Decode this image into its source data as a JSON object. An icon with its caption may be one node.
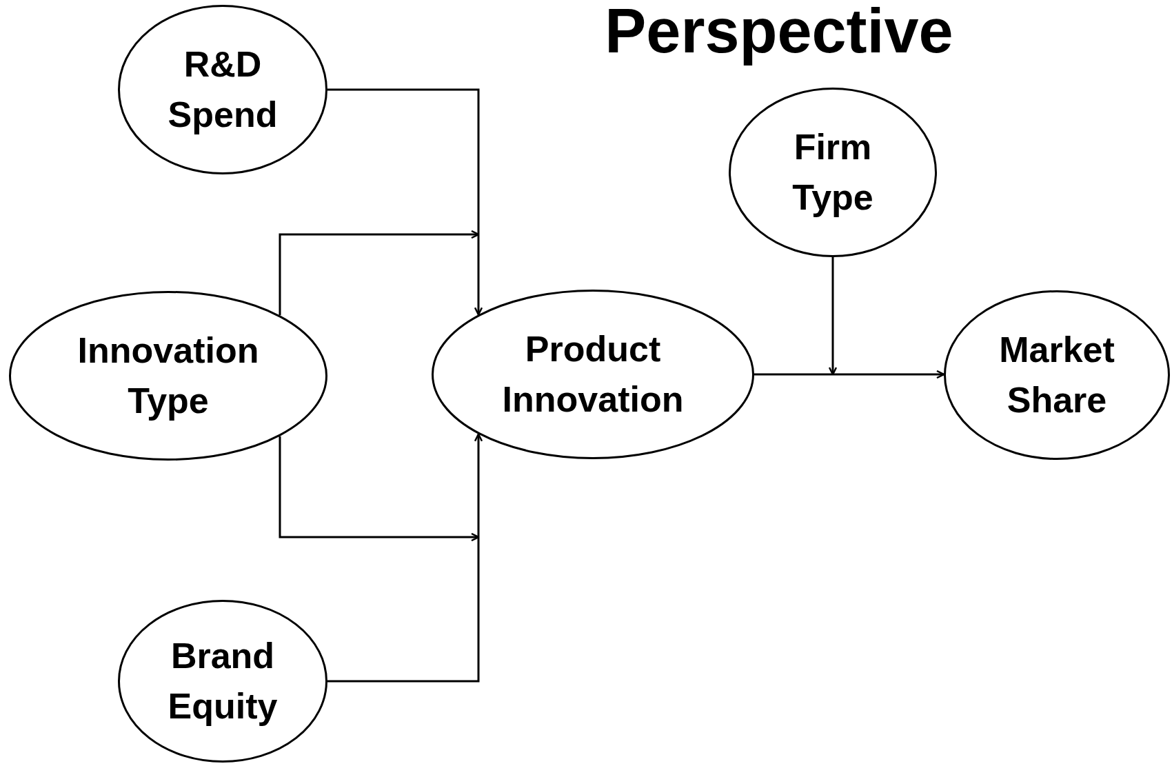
{
  "diagram": {
    "title": "Perspective",
    "nodes": [
      {
        "text": [
          "R&D Spend"
        ]
      },
      {
        "text": [
          "Innovation Type"
        ]
      },
      {
        "text": [
          "Product Innovation"
        ]
      },
      {
        "text": [
          "Brand Equity"
        ]
      },
      {
        "text": [
          "Firm Type"
        ]
      },
      {
        "text": [
          "Market Share"
        ]
      }
    ],
    "edges": [
      {
        "from": 0,
        "to": 2,
        "arrow": "to"
      },
      {
        "from": 1,
        "to": 2,
        "arrow": "to"
      },
      {
        "from": 1,
        "to": 2,
        "arrow": "to"
      },
      {
        "from": 3,
        "to": 2,
        "arrow": "to"
      },
      {
        "from": 2,
        "to": 5,
        "arrow": "to"
      },
      {
        "from": 4,
        "to": null,
        "arrow": "to"
      }
    ]
  }
}
